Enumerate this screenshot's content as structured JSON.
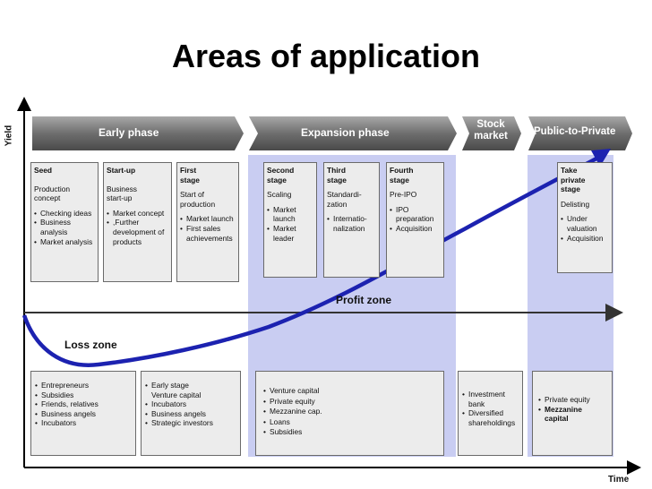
{
  "title": "Areas of application",
  "axis": {
    "y": "Yield",
    "x": "Time"
  },
  "phases": [
    "Early phase",
    "Expansion phase",
    "Stock market",
    "Public-to-Private"
  ],
  "zones": {
    "profit": "Profit zone",
    "loss": "Loss zone"
  },
  "stages": [
    {
      "name": "Seed",
      "desc": "Production concept",
      "items": [
        "Checking ideas",
        "Business analysis",
        "Market analysis"
      ]
    },
    {
      "name": "Start-up",
      "desc": "Business start-up",
      "items": [
        "Market concept",
        ",Further development of products"
      ]
    },
    {
      "name": "First stage",
      "desc": "Start of production",
      "items": [
        "Market launch",
        "First sales achievements"
      ]
    },
    {
      "name": "Second stage",
      "desc": "Scaling",
      "items": [
        "Market launch",
        "Market leader"
      ]
    },
    {
      "name": "Third stage",
      "desc": "Standardi- zation",
      "items": [
        "Internatio- nalization"
      ]
    },
    {
      "name": "Fourth stage",
      "desc": "Pre-IPO",
      "items": [
        "IPO preparation",
        "Acquisition"
      ]
    },
    {
      "name": "Take private stage",
      "desc": "Delisting",
      "items": [
        "Under valuation",
        "Acquisition"
      ]
    }
  ],
  "funding": {
    "early_a": [
      "Entrepreneurs",
      "Subsidies",
      "Friends, relatives",
      "Business angels",
      "Incubators"
    ],
    "early_b": [
      "Early stage Venture capital",
      "Incubators",
      "Business angels",
      "Strategic investors"
    ],
    "expansion": [
      "Venture capital",
      "Private equity",
      "Mezzanine cap.",
      "Loans",
      "Subsidies"
    ],
    "stock": [
      "Investment bank",
      "Diversified shareholdings"
    ],
    "ptp": [
      "Private equity",
      "Mezzanine capital"
    ]
  },
  "colors": {
    "arrow_blue": "#1c22b0",
    "region": "#c9cdf2",
    "chevron_dark": "#5a5a5a",
    "chevron_light": "#9a9a9a"
  }
}
